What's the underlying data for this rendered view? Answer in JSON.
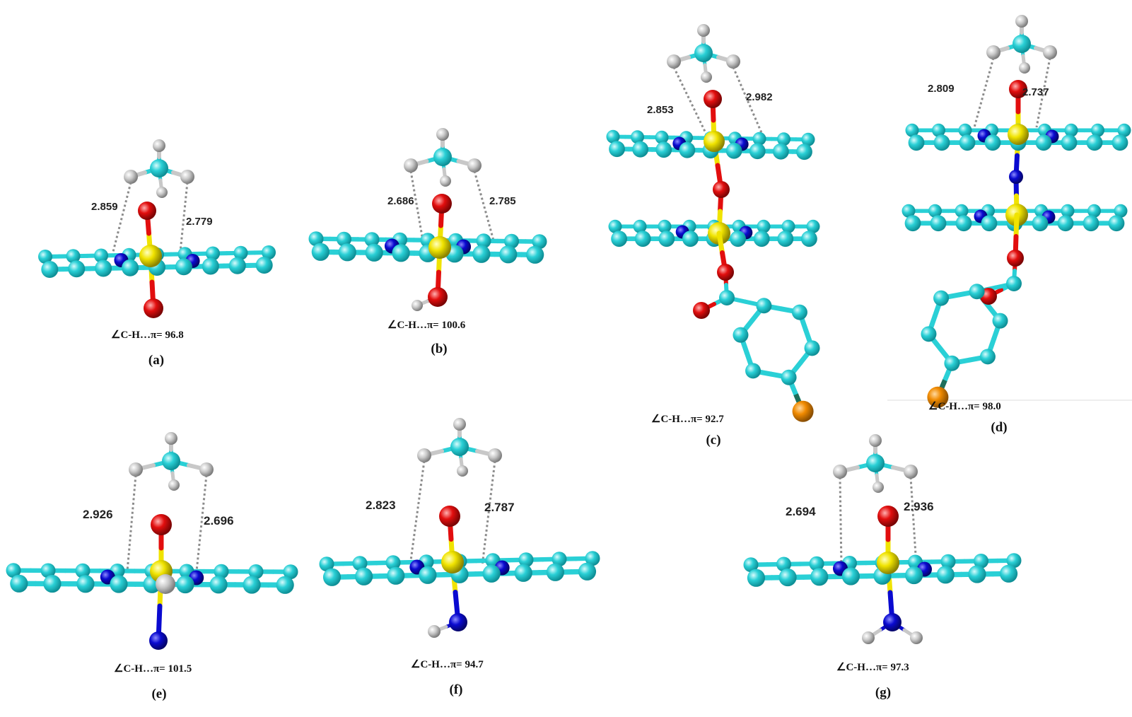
{
  "colors": {
    "carbon": "#2ad0d6",
    "nitrogen": "#0a0ad0",
    "oxygen": "#e20e0e",
    "hydrogen": "#c8c8c8",
    "iron": "#f0e300",
    "bromine": "#f08a00",
    "hbond": "#8c8c8c"
  },
  "panels": [
    {
      "id": "a",
      "label": "(a)",
      "angle": "∠C-H…π= 96.8",
      "distances": [
        "2.859",
        "2.779"
      ]
    },
    {
      "id": "b",
      "label": "(b)",
      "angle": "∠C-H…π= 100.6",
      "distances": [
        "2.686",
        "2.785"
      ]
    },
    {
      "id": "c",
      "label": "(c)",
      "angle": "∠C-H…π= 92.7",
      "distances": [
        "2.853",
        "2.982"
      ]
    },
    {
      "id": "d",
      "label": "(d)",
      "angle": "∠C-H…π= 98.0",
      "distances": [
        "2.809",
        "2.737"
      ]
    },
    {
      "id": "e",
      "label": "(e)",
      "angle": "∠C-H…π= 101.5",
      "distances": [
        "2.926",
        "2.696"
      ]
    },
    {
      "id": "f",
      "label": "(f)",
      "angle": "∠C-H…π= 94.7",
      "distances": [
        "2.823",
        "2.787"
      ]
    },
    {
      "id": "g",
      "label": "(g)",
      "angle": "∠C-H…π= 97.3",
      "distances": [
        "2.694",
        "2.936"
      ]
    }
  ]
}
